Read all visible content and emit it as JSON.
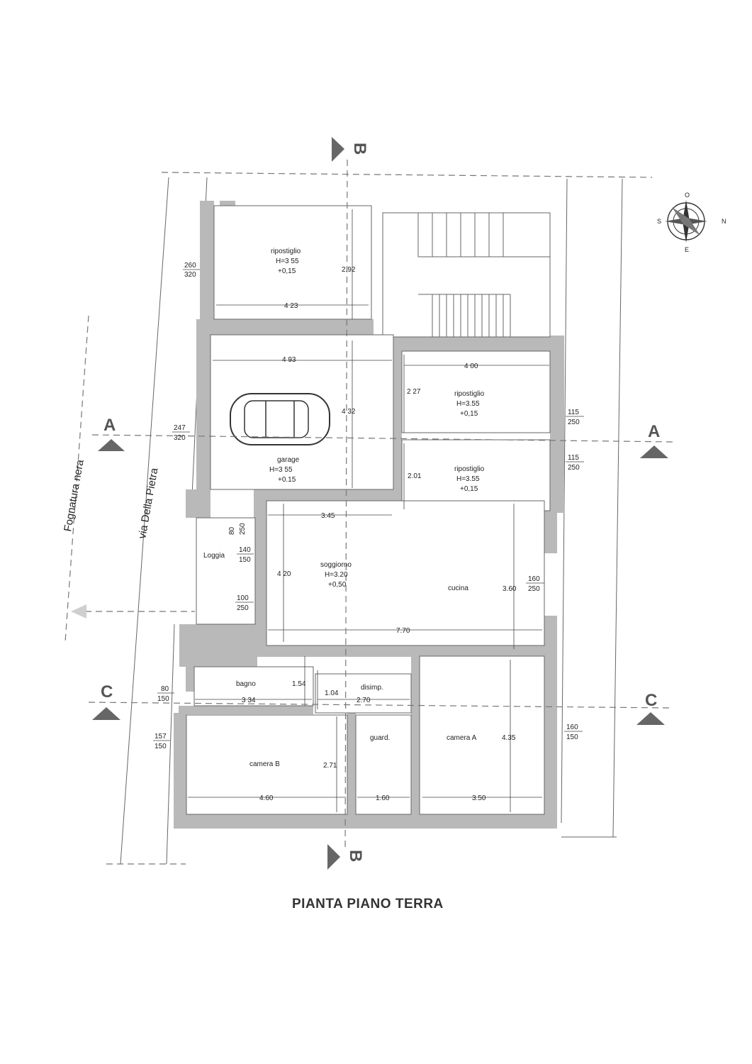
{
  "title": "PIANTA PIANO TERRA",
  "street": "via Della Pietra",
  "sewer": "Fognatura  nera",
  "sections": {
    "a": "A",
    "b": "B",
    "c": "C"
  },
  "rooms": {
    "ripostiglio_top": {
      "name": "ripostiglio",
      "height": "H=3 55",
      "level": "+0,15",
      "width": "4 23",
      "depth": "2.92"
    },
    "garage": {
      "name": "garage",
      "height": "H=3 55",
      "level": "+0.15",
      "width": "4 93",
      "depth": "4 32"
    },
    "ripostiglio_r1": {
      "name": "ripostiglio",
      "height": "H=3.55",
      "level": "+0,15",
      "width": "4 00",
      "depth": "2 27"
    },
    "ripostiglio_r2": {
      "name": "ripostiglio",
      "height": "H=3.55",
      "level": "+0,15",
      "depth": "2.01"
    },
    "soggiorno": {
      "name": "soggiorno",
      "height": "H=3.20",
      "level": "+0,50",
      "width": "3.45",
      "depth": "4 20"
    },
    "cucina": {
      "name": "cucina",
      "depth": "3.60",
      "width": "7.70"
    },
    "loggia": {
      "name": "Loggia"
    },
    "bagno": {
      "name": "bagno",
      "depth": "1.54",
      "width": "3 34"
    },
    "disimp": {
      "name": "disimp.",
      "depth": "1.04",
      "width": "2.70"
    },
    "camera_a": {
      "name": "camera A",
      "depth": "4.35",
      "width": "3.50"
    },
    "camera_b": {
      "name": "camera B",
      "depth": "2.71",
      "width": "4.60"
    },
    "guard": {
      "name": "guard.",
      "width": "1.60"
    }
  },
  "openings": {
    "o1": {
      "w": "260",
      "h": "320"
    },
    "o2": {
      "w": "247",
      "h": "320"
    },
    "o3": {
      "w": "115",
      "h": "250"
    },
    "o4": {
      "w": "115",
      "h": "250"
    },
    "o5": {
      "w": "80",
      "h": "250"
    },
    "o6": {
      "w": "140",
      "h": "150"
    },
    "o7": {
      "w": "100",
      "h": "250"
    },
    "o8": {
      "w": "160",
      "h": "250"
    },
    "o9": {
      "w": "80",
      "h": "150"
    },
    "o10": {
      "w": "157",
      "h": "150"
    },
    "o11": {
      "w": "160",
      "h": "150"
    }
  },
  "compass": {
    "n": "N",
    "s": "S",
    "e": "E",
    "o": "O"
  }
}
